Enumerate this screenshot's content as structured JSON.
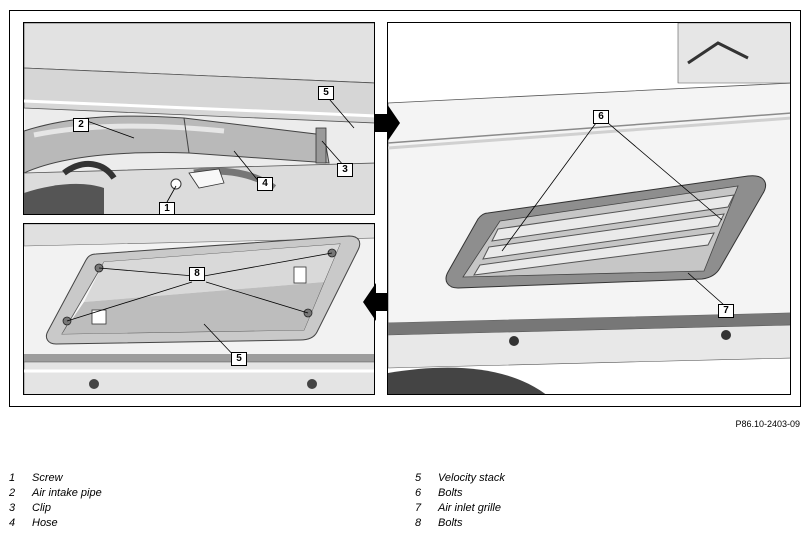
{
  "figure_code": "P86.10-2403-09",
  "callouts": {
    "tl": [
      "1",
      "2",
      "3",
      "4",
      "5"
    ],
    "bl": [
      "8",
      "5"
    ],
    "r": [
      "6",
      "7"
    ]
  },
  "legend": [
    {
      "number": "1",
      "label": "Screw"
    },
    {
      "number": "2",
      "label": "Air intake pipe"
    },
    {
      "number": "3",
      "label": "Clip"
    },
    {
      "number": "4",
      "label": "Hose"
    },
    {
      "number": "5",
      "label": "Velocity stack"
    },
    {
      "number": "6",
      "label": "Bolts"
    },
    {
      "number": "7",
      "label": "Air inlet grille"
    },
    {
      "number": "8",
      "label": "Bolts"
    }
  ],
  "colors": {
    "line": "#000000",
    "panel_light": "#f0f0f0",
    "panel_mid": "#cfcfcf",
    "panel_dark": "#8c8c8c",
    "arrow": "#000000"
  }
}
